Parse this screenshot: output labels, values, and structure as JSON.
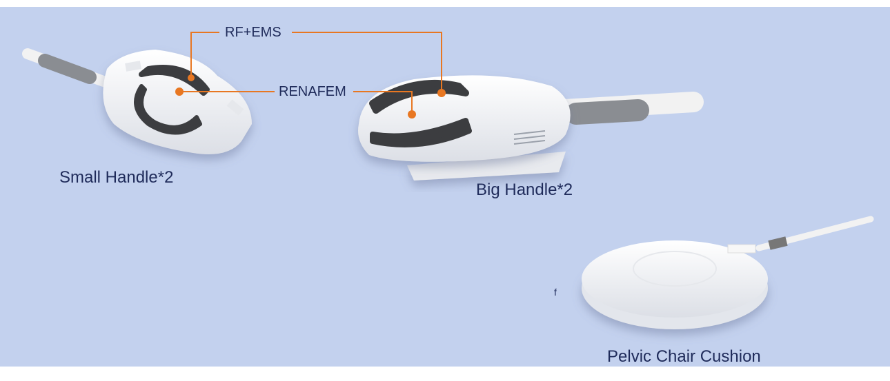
{
  "callouts": {
    "rf_ems": "RF+EMS",
    "renafem": "RENAFEM"
  },
  "captions": {
    "small_handle": "Small Handle*2",
    "big_handle": "Big Handle*2",
    "pelvic_cushion": "Pelvic Chair Cushion"
  },
  "stray_mark": "f",
  "colors": {
    "background": "#c3d1ee",
    "accent": "#e87722",
    "text": "#1f2b5a"
  }
}
